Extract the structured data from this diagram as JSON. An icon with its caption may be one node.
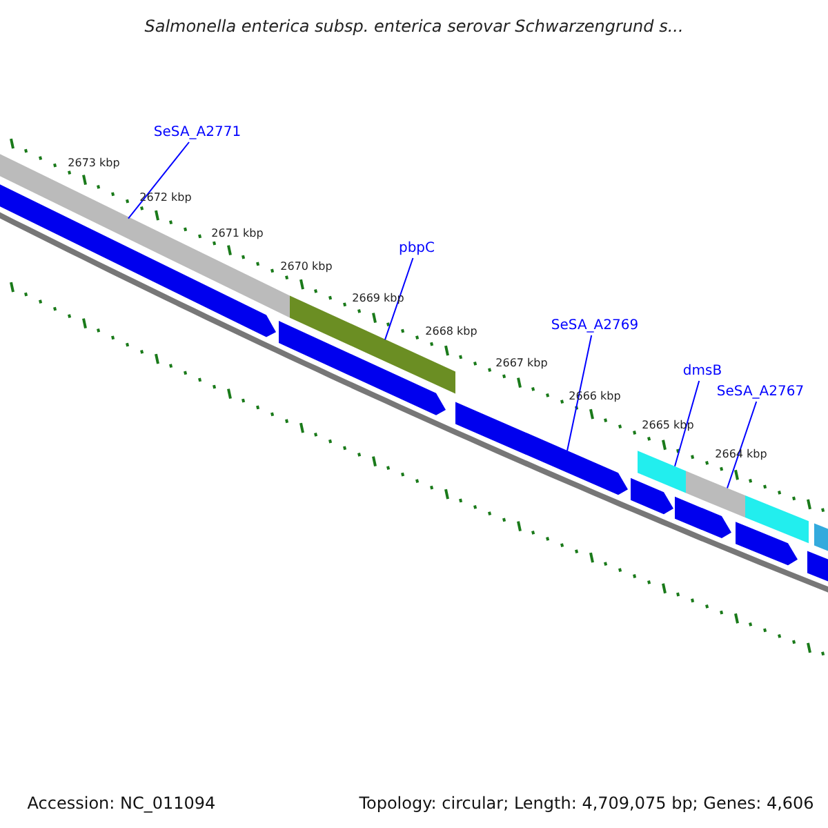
{
  "diagram": {
    "title": "Salmonella enterica subsp. enterica serovar Schwarzengrund s...",
    "nodes": [
      {
        "text": [
          "SeSA_A2771"
        ]
      },
      {
        "text": [
          "pbpC"
        ]
      },
      {
        "text": [
          "SeSA_A2769"
        ]
      },
      {
        "text": [
          "dmsB"
        ]
      },
      {
        "text": [
          "SeSA_A2767"
        ]
      },
      {
        "text": [],
        "shape": "bar"
      },
      {
        "text": [],
        "shape": "bar"
      },
      {
        "text": [],
        "shape": "bar"
      },
      {
        "text": [],
        "shape": "bar"
      },
      {
        "text": [],
        "shape": "bar"
      }
    ],
    "edges": [
      {
        "from": 0,
        "to": 5,
        "arrow": "none"
      },
      {
        "from": 1,
        "to": 6,
        "arrow": "none"
      },
      {
        "from": 2,
        "to": 7,
        "arrow": "none"
      },
      {
        "from": 3,
        "to": 8,
        "arrow": "none"
      },
      {
        "from": 4,
        "to": 9,
        "arrow": "none"
      }
    ],
    "labels": [
      "2673 kbp",
      "2672 kbp",
      "2671 kbp",
      "2670 kbp",
      "2669 kbp",
      "2668 kbp",
      "2667 kbp",
      "2666 kbp",
      "2665 kbp",
      "2664 kbp",
      "Accession: NC_011094",
      "Topology: circular; Length: 4,709,075 bp; Genes: 4,606"
    ]
  }
}
